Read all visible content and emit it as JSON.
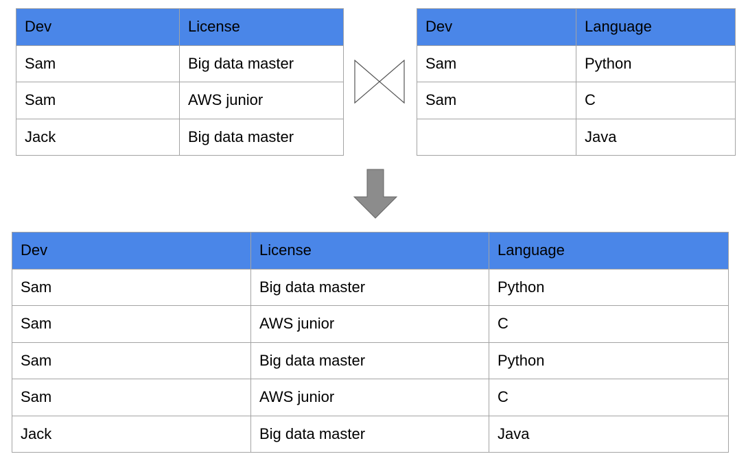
{
  "colors": {
    "header_bg": "#4a86e8",
    "border": "#a3a3a3",
    "arrow_fill": "#8c8c8c",
    "arrow_stroke": "#666666",
    "join_stroke": "#555555"
  },
  "icons": {
    "join": "bowtie-join-icon",
    "result": "down-arrow-icon"
  },
  "left_table": {
    "headers": [
      "Dev",
      "License"
    ],
    "rows": [
      [
        "Sam",
        "Big data master"
      ],
      [
        "Sam",
        "AWS junior"
      ],
      [
        "Jack",
        "Big data master"
      ]
    ]
  },
  "right_table": {
    "headers": [
      "Dev",
      "Language"
    ],
    "rows": [
      [
        "Sam",
        "Python"
      ],
      [
        "Sam",
        "C"
      ],
      [
        "",
        "Java"
      ]
    ]
  },
  "result_table": {
    "headers": [
      "Dev",
      "License",
      "Language"
    ],
    "rows": [
      [
        "Sam",
        "Big data master",
        "Python"
      ],
      [
        "Sam",
        "AWS junior",
        "C"
      ],
      [
        "Sam",
        "Big data master",
        "Python"
      ],
      [
        "Sam",
        "AWS junior",
        "C"
      ],
      [
        "Jack",
        "Big data master",
        "Java"
      ]
    ]
  }
}
